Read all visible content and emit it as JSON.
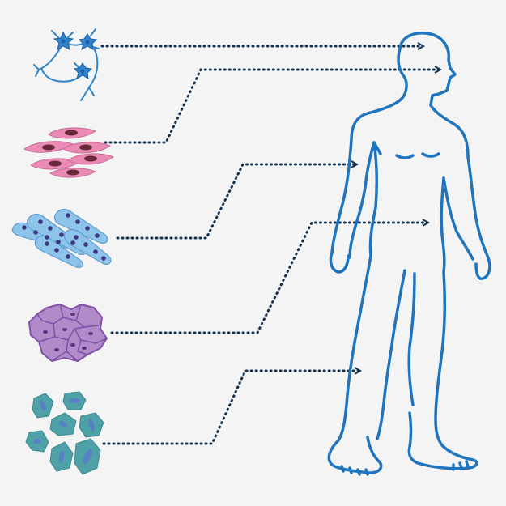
{
  "diagram": {
    "description_text": "",
    "colors": {
      "background": "#f4f4f4",
      "connector": "#13324f",
      "body_outline": "#1f74c0",
      "neuron": "#2f86cf",
      "neuron_dark": "#1e5fa8",
      "smooth_muscle": "#e98bb4",
      "smooth_muscle_nucleus": "#6b2a3a",
      "skeletal_muscle": "#8ec4ea",
      "skeletal_muscle_dot": "#3d3782",
      "epithelial": "#b18ac9",
      "epithelial_outline": "#7f52a8",
      "epithelial_nucleus": "#5b2f83",
      "bone": "#4ea1a6",
      "bone_nucleus": "#5a7dc8"
    },
    "cell_types": [
      {
        "id": "neuron",
        "icon": "neuron-cluster-icon",
        "target": "brain"
      },
      {
        "id": "smooth-muscle",
        "icon": "smooth-muscle-cells-icon",
        "target": "head"
      },
      {
        "id": "skeletal-muscle",
        "icon": "skeletal-muscle-fibers-icon",
        "target": "arm"
      },
      {
        "id": "epithelial",
        "icon": "epithelial-cells-icon",
        "target": "abdomen"
      },
      {
        "id": "bone",
        "icon": "bone-cells-icon",
        "target": "leg"
      }
    ]
  }
}
